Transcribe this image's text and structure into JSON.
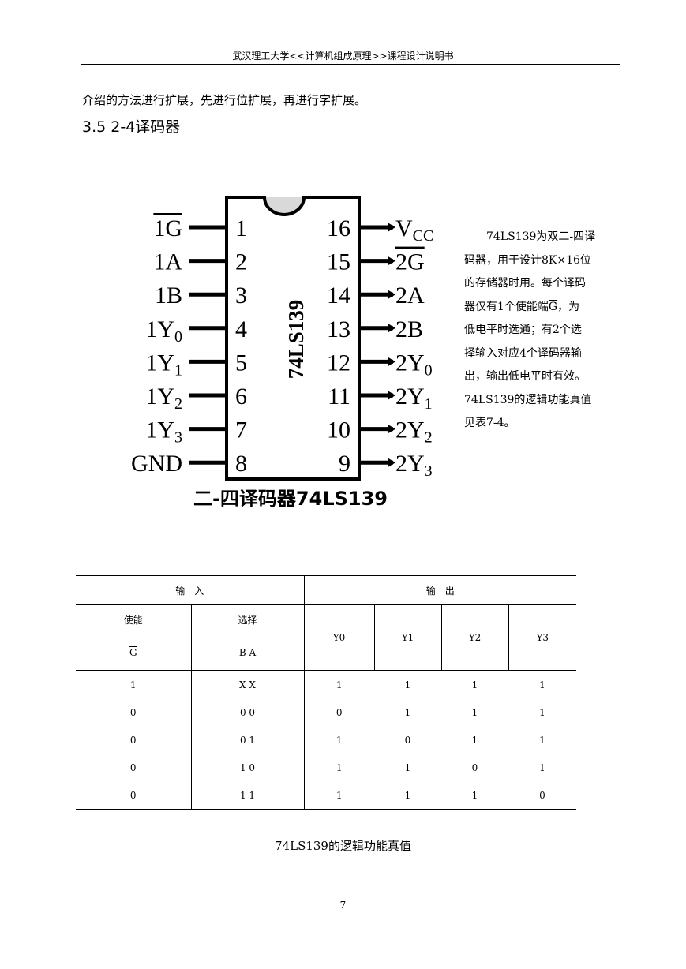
{
  "header": {
    "title": "武汉理工大学<<计算机组成原理>>课程设计说明书"
  },
  "intro": "介绍的方法进行扩展，先进行位扩展，再进行字扩展。",
  "heading": "3.5 2-4译码器",
  "chip": {
    "part_label": "74LS139",
    "caption": "二-四译码器74LS139",
    "left_pins": [
      {
        "num": "1",
        "label": "1G",
        "sub": "",
        "bar": true
      },
      {
        "num": "2",
        "label": "1A",
        "sub": "",
        "bar": false
      },
      {
        "num": "3",
        "label": "1B",
        "sub": "",
        "bar": false
      },
      {
        "num": "4",
        "label": "1Y",
        "sub": "0",
        "bar": false
      },
      {
        "num": "5",
        "label": "1Y",
        "sub": "1",
        "bar": false
      },
      {
        "num": "6",
        "label": "1Y",
        "sub": "2",
        "bar": false
      },
      {
        "num": "7",
        "label": "1Y",
        "sub": "3",
        "bar": false
      },
      {
        "num": "8",
        "label": "GND",
        "sub": "",
        "bar": false
      }
    ],
    "right_pins": [
      {
        "num": "16",
        "label": "V",
        "sub": "CC",
        "bar": false
      },
      {
        "num": "15",
        "label": "2G",
        "sub": "",
        "bar": true
      },
      {
        "num": "14",
        "label": "2A",
        "sub": "",
        "bar": false
      },
      {
        "num": "13",
        "label": "2B",
        "sub": "",
        "bar": false
      },
      {
        "num": "12",
        "label": "2Y",
        "sub": "0",
        "bar": false
      },
      {
        "num": "11",
        "label": "2Y",
        "sub": "1",
        "bar": false
      },
      {
        "num": "10",
        "label": "2Y",
        "sub": "2",
        "bar": false
      },
      {
        "num": "9",
        "label": "2Y",
        "sub": "3",
        "bar": false
      }
    ]
  },
  "description": {
    "line1": "74LS139为双二-四译",
    "line2": "码器，用于设计8K×16位",
    "line3": "的存储器时用。每个译码",
    "line4_pre": "器仅有1个使能端",
    "line4_bar": "G",
    "line4_post": "，为",
    "line5": "低电平时选通；有2个选",
    "line6": "择输入对应4个译码器输",
    "line7": "出，输出低电平时有效。",
    "line8": "74LS139的逻辑功能真值",
    "line9": "见表7-4。"
  },
  "table": {
    "group_input": "输　入",
    "group_output": "输　出",
    "enable_label": "使能",
    "select_label": "选择",
    "enable_symbol": "G",
    "select_symbol": "B A",
    "outputs": [
      "Y0",
      "Y1",
      "Y2",
      "Y3"
    ],
    "rows": [
      [
        "1",
        "X X",
        "1",
        "1",
        "1",
        "1"
      ],
      [
        "0",
        "0 0",
        "0",
        "1",
        "1",
        "1"
      ],
      [
        "0",
        "0 1",
        "1",
        "0",
        "1",
        "1"
      ],
      [
        "0",
        "1 0",
        "1",
        "1",
        "0",
        "1"
      ],
      [
        "0",
        "1 1",
        "1",
        "1",
        "1",
        "0"
      ]
    ]
  },
  "caption": "74LS139的逻辑功能真值",
  "page_number": "7"
}
